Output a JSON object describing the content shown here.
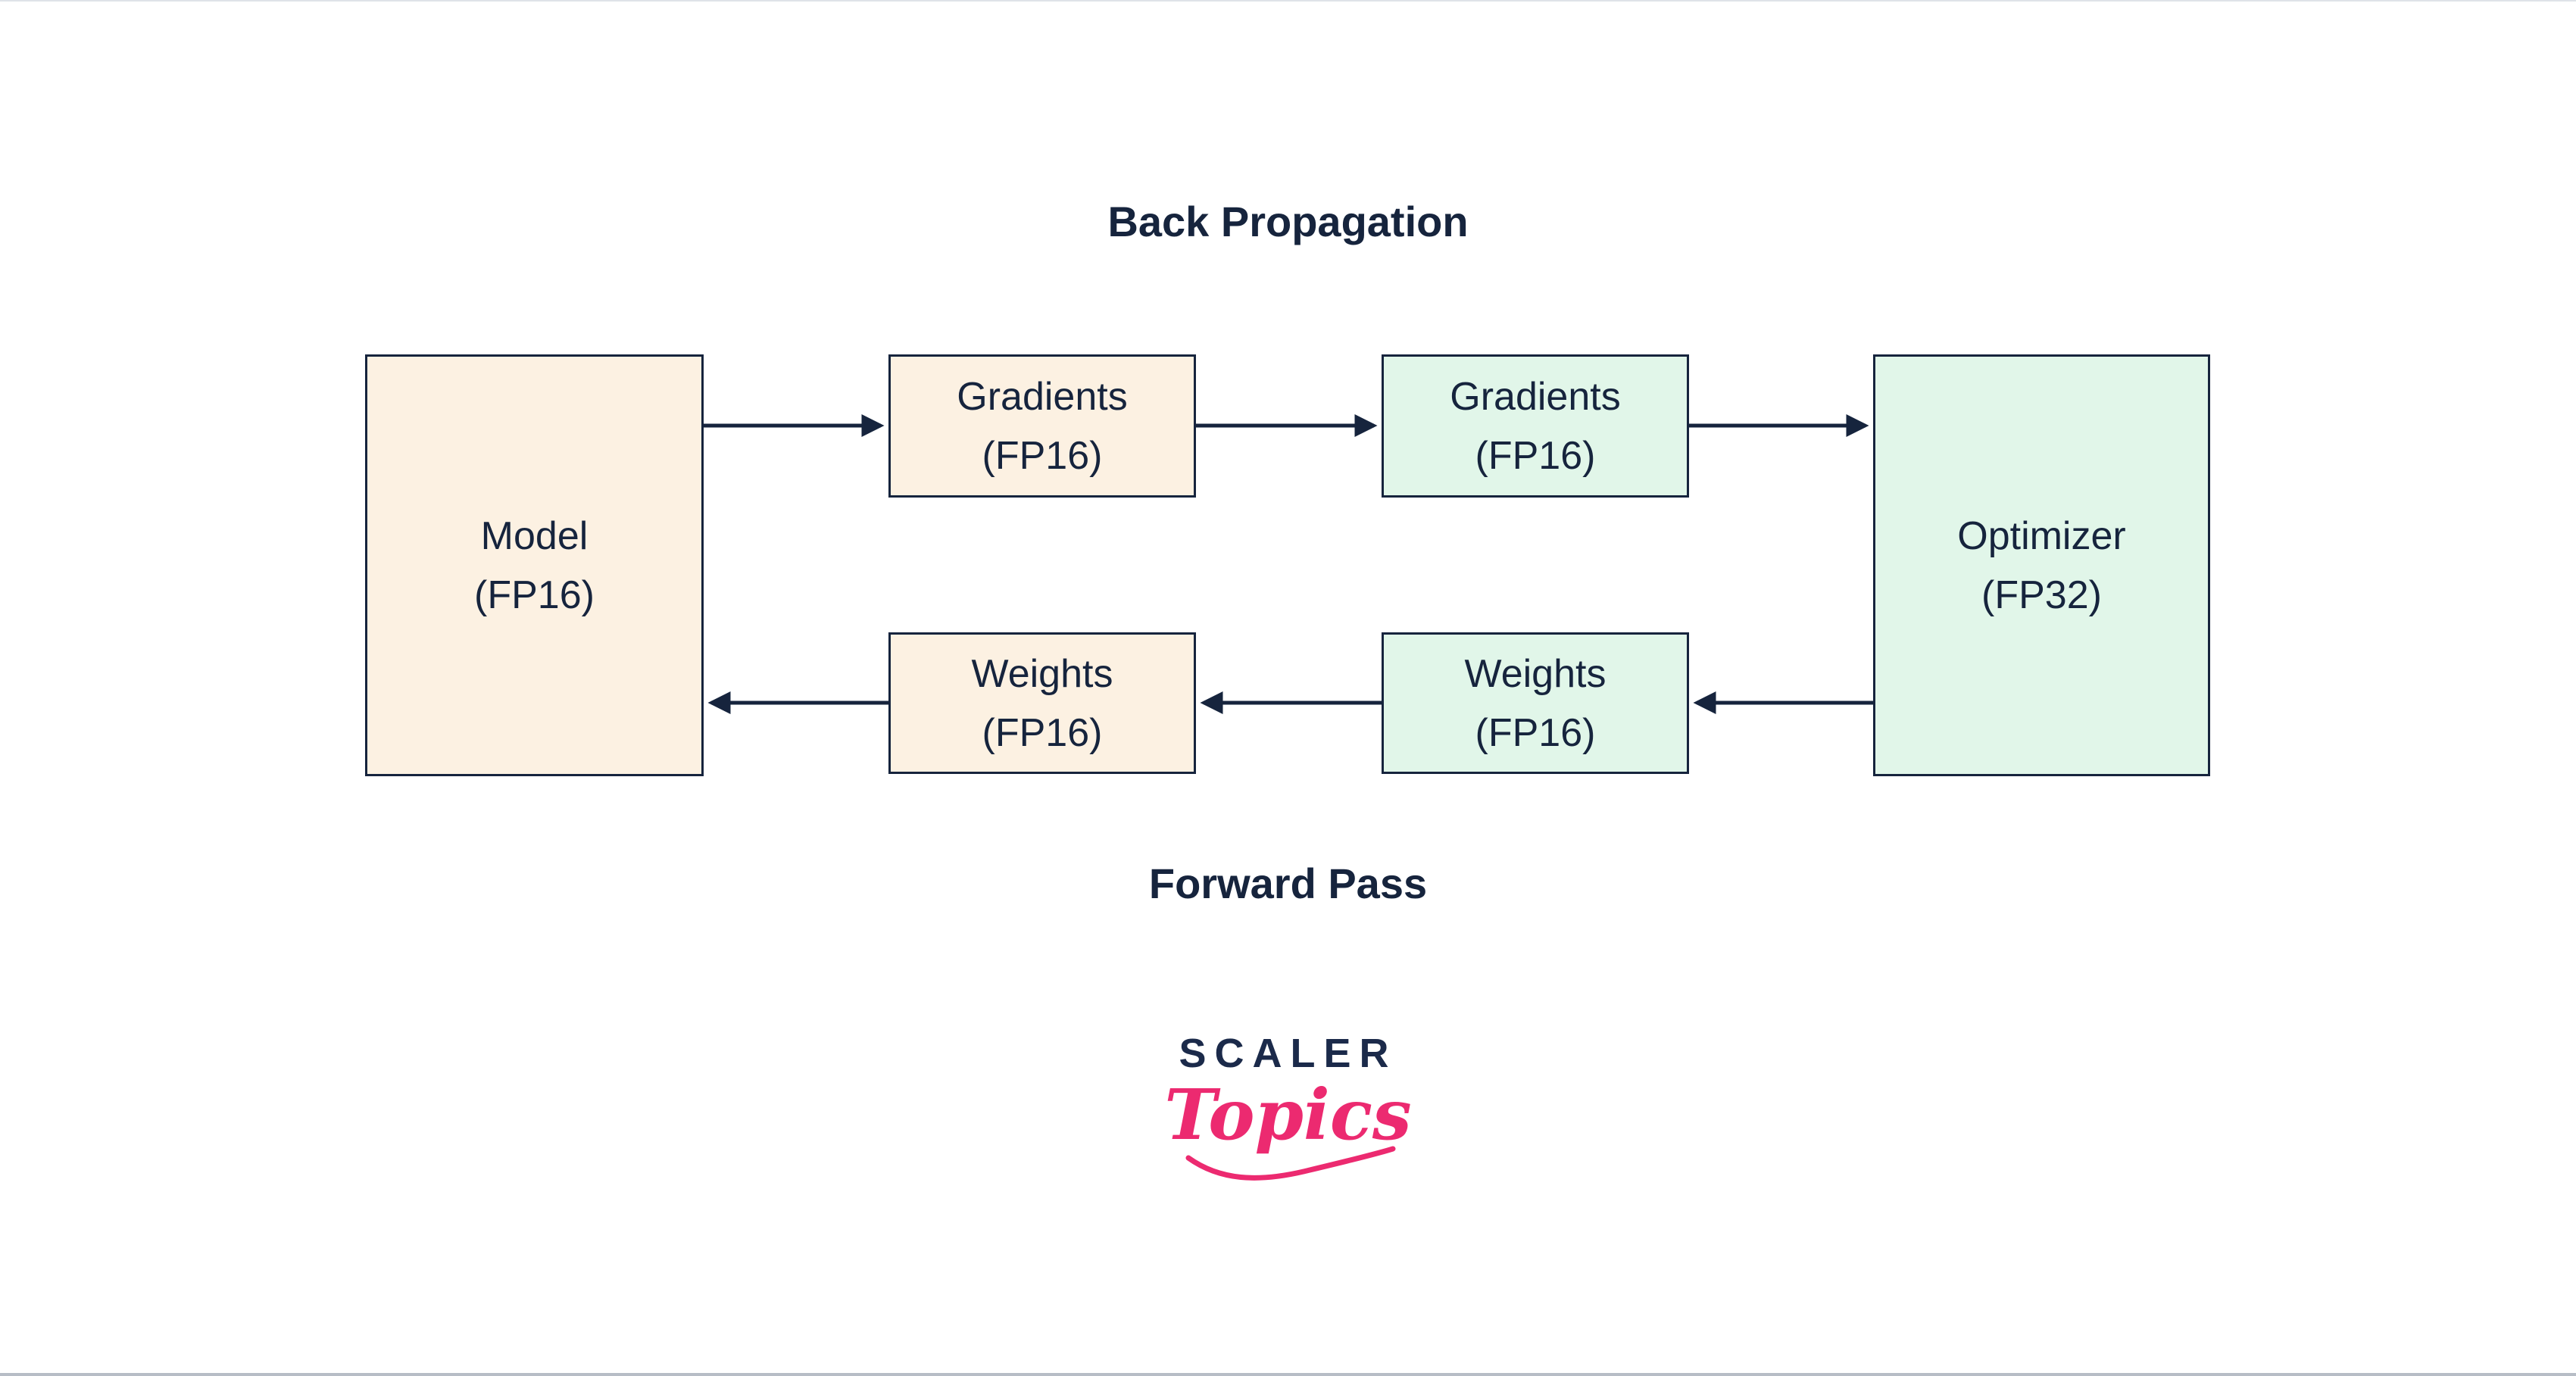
{
  "diagram": {
    "back_propagation_label": "Back Propagation",
    "forward_pass_label": "Forward Pass",
    "nodes": {
      "model": {
        "line1": "Model",
        "line2": "(FP16)"
      },
      "gradients_fp16_a": {
        "line1": "Gradients",
        "line2": "(FP16)"
      },
      "gradients_fp16_b": {
        "line1": "Gradients",
        "line2": "(FP16)"
      },
      "optimizer": {
        "line1": "Optimizer",
        "line2": "(FP32)"
      },
      "weights_fp16_a": {
        "line1": "Weights",
        "line2": "(FP16)"
      },
      "weights_fp16_b": {
        "line1": "Weights",
        "line2": "(FP16)"
      }
    },
    "colors": {
      "peach_fill": "#FCF1E2",
      "green_fill": "#E1F6E9",
      "outline": "#16243D",
      "text": "#16243D",
      "arrow": "#16243D"
    }
  },
  "logo": {
    "brand": "SCALER",
    "sub": "Topics",
    "brand_color": "#1B2A4A",
    "sub_color": "#EC2A70"
  }
}
